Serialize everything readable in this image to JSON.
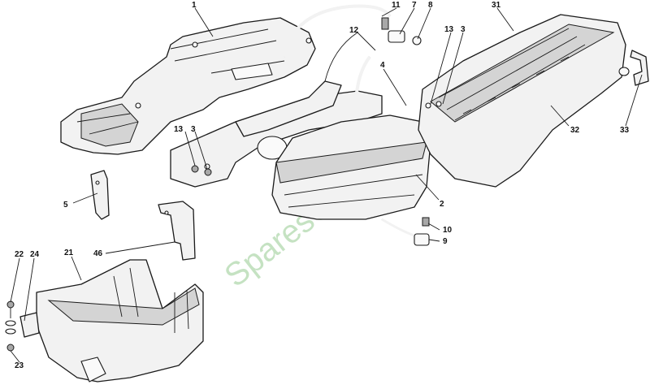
{
  "watermark": "SparesGarden.com",
  "colors": {
    "line": "#1a1a1a",
    "fill": "#f2f2f2",
    "watermark": "#7fc07a"
  },
  "callouts": {
    "c1": "1",
    "c2": "2",
    "c3a": "3",
    "c3b": "3",
    "c4": "4",
    "c5": "5",
    "c7": "7",
    "c8": "8",
    "c9": "9",
    "c10": "10",
    "c11": "11",
    "c12": "12",
    "c13a": "13",
    "c13b": "13",
    "c21": "21",
    "c22": "22",
    "c23": "23",
    "c24": "24",
    "c31": "31",
    "c32": "32",
    "c33": "33",
    "c46": "46"
  }
}
